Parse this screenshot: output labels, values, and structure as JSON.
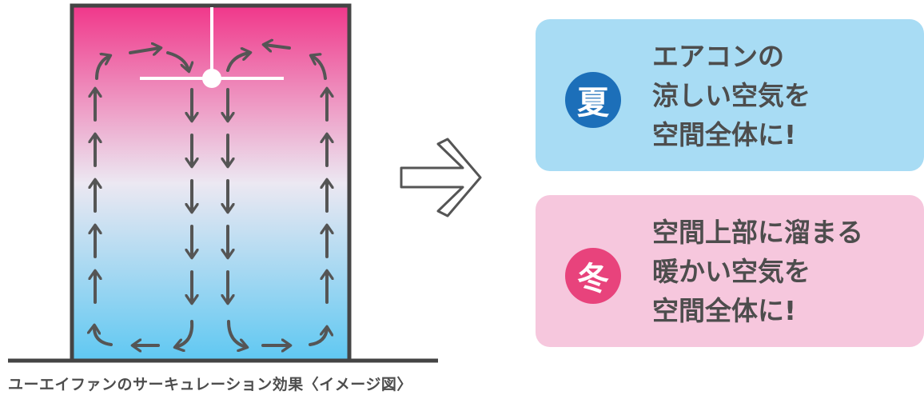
{
  "caption": "ユーエイファンのサーキュレーション効果〈イメージ図〉",
  "summer": {
    "badge": "夏",
    "lines": [
      "エアコンの",
      "涼しい空気を",
      "空間全体に!"
    ]
  },
  "winter": {
    "badge": "冬",
    "lines": [
      "空間上部に溜まる",
      "暖かい空気を",
      "空間全体に!"
    ]
  },
  "colors": {
    "room_top": "#f0378a",
    "room_mid": "#ece8f2",
    "room_bottom": "#5fc8f2",
    "arrow": "#555555",
    "summer_card": "#a8dcf4",
    "summer_badge": "#1c6fb9",
    "winter_card": "#f6c7dd",
    "winter_badge": "#e8437c",
    "text": "#4d4d4d"
  }
}
